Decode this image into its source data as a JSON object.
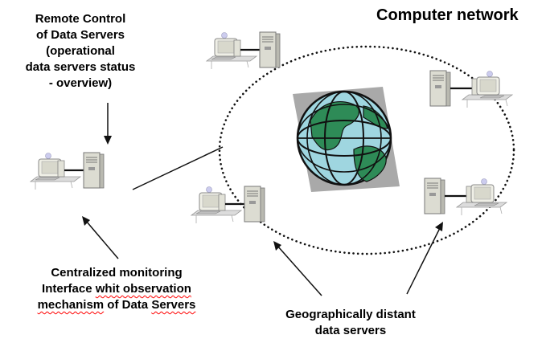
{
  "title": "Computer network",
  "remote_label": {
    "lines": [
      "Remote Control",
      "of Data Servers",
      "(operational",
      "data servers status",
      "- overview)"
    ]
  },
  "central_label": {
    "line1": "Centralized monitoring",
    "line2_a": "Interface ",
    "line2_b": "whit observation",
    "line3_a": "mechanism",
    "line3_b": " of Data ",
    "line3_c": "Servers"
  },
  "geo_label": {
    "lines": [
      "Geographically distant",
      "data servers"
    ]
  },
  "icons": {
    "globe": "globe-icon",
    "computer": "desktop-computer-icon",
    "server": "server-tower-icon"
  },
  "colors": {
    "globe_ocean": "#9fd6e0",
    "globe_land": "#2e8b57",
    "globe_shadow": "#a9a9a9",
    "spellcheck": "#ff0000"
  }
}
